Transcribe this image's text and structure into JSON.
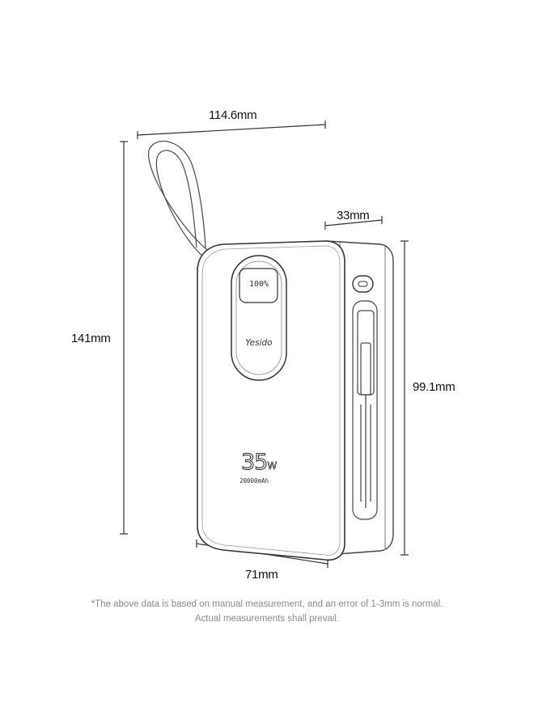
{
  "dimensions": {
    "width": "114.6mm",
    "height": "141mm",
    "depth": "33mm",
    "body_height": "99.1mm",
    "bottom_width": "71mm"
  },
  "device": {
    "display": "100%",
    "brand": "Yesido",
    "power": "35",
    "power_unit": "W",
    "capacity": "20000mAh"
  },
  "footnote": {
    "line1": "*The above data is based on manual measurement, and an error of 1-3mm is normal.",
    "line2": "Actual measurements shall prevail."
  }
}
